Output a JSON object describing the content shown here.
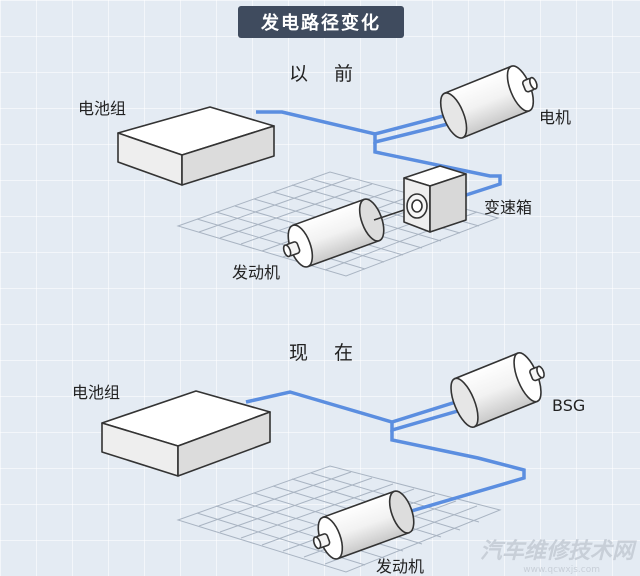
{
  "banner": {
    "title": "发电路径变化"
  },
  "before": {
    "heading": "以 前",
    "battery_label": "电池组",
    "motor_label": "电机",
    "gearbox_label": "变速箱",
    "engine_label": "发动机"
  },
  "now": {
    "heading": "现 在",
    "battery_label": "电池组",
    "bsg_label": "BSG",
    "engine_label": "发动机"
  },
  "watermark": {
    "text": "汽车维修技术网",
    "url": "www.qcwxjs.com"
  },
  "colors": {
    "wire": "#5b8ee0",
    "banner": "#3f4b5e",
    "background": "#e4ebf3"
  }
}
